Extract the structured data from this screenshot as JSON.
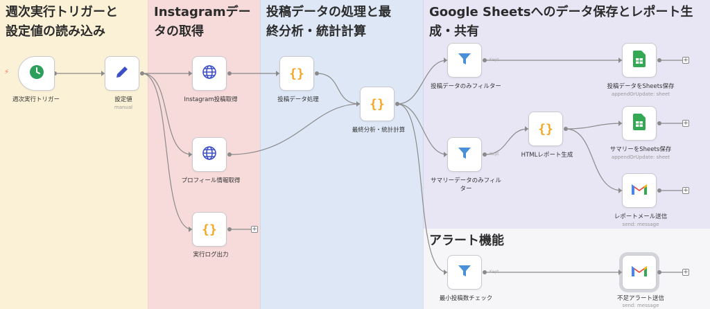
{
  "zones": [
    {
      "title": "週次実行トリガーと\n設定値の読み込み",
      "color": "#fbf1d6"
    },
    {
      "title": "Instagramデー\nタの取得",
      "color": "#f7dada"
    },
    {
      "title": "投稿データの処理と最\n終分析・統計計算",
      "color": "#dde7f5"
    },
    {
      "title": "Google Sheetsへのデータ保存とレポート生\n成・共有",
      "color": "#e8e5f5"
    },
    {
      "title": "アラート機能",
      "color": "#f6f6f8"
    }
  ],
  "nodes": {
    "trigger": {
      "label": "週次実行トリガー",
      "icon": "clock-icon"
    },
    "settings": {
      "label": "設定値",
      "sub": "manual",
      "icon": "pencil-icon"
    },
    "ig_posts": {
      "label": "Instagram投稿取得",
      "icon": "globe-icon"
    },
    "profile": {
      "label": "プロフィール情報取得",
      "icon": "globe-icon"
    },
    "log": {
      "label": "実行ログ出力",
      "icon": "code-braces-icon"
    },
    "post_proc": {
      "label": "投稿データ処理",
      "icon": "code-braces-icon"
    },
    "final": {
      "label": "最終分析・統計計算",
      "icon": "code-braces-icon"
    },
    "filter_posts": {
      "label": "投稿データのみフィルター",
      "icon": "filter-icon"
    },
    "filter_summary": {
      "label": "サマリーデータのみフィル\nター",
      "icon": "filter-icon"
    },
    "html_report": {
      "label": "HTMLレポート生成",
      "icon": "code-braces-icon"
    },
    "save_posts": {
      "label": "投稿データをSheets保存",
      "sub": "appendOrUpdate: sheet",
      "icon": "sheets-icon"
    },
    "save_summary": {
      "label": "サマリーをSheets保存",
      "sub": "appendOrUpdate: sheet",
      "icon": "sheets-icon"
    },
    "mail_report": {
      "label": "レポートメール送信",
      "sub": "send: message",
      "icon": "gmail-icon"
    },
    "filter_min": {
      "label": "最小投稿数チェック",
      "icon": "filter-icon"
    },
    "mail_alert": {
      "label": "不足アラート送信",
      "sub": "send: message",
      "icon": "gmail-icon"
    }
  },
  "kept_label": "Kept",
  "colors": {
    "wire": "#8a8a8a",
    "filter": "#4a90d9",
    "code": "#f5a623",
    "globe": "#3d4fc7",
    "sheets": "#34a853"
  }
}
